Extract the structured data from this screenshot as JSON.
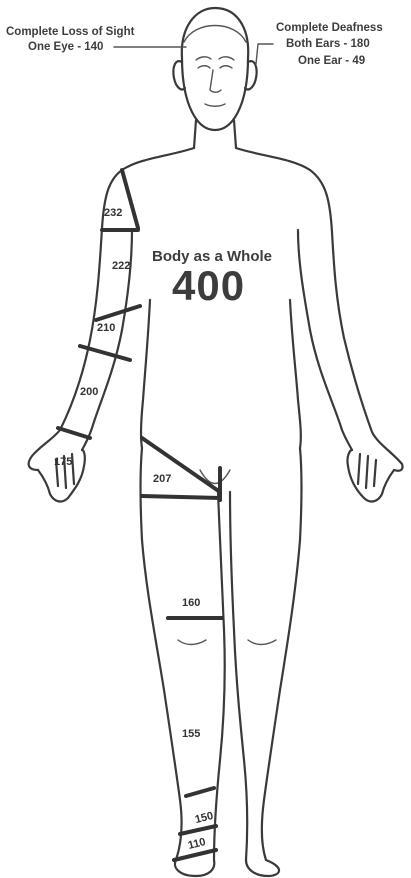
{
  "sight": {
    "title": "Complete Loss of Sight",
    "line": "One Eye - 140"
  },
  "hearing": {
    "title": "Complete Deafness",
    "both": "Both Ears - 180",
    "one": "One Ear - 49"
  },
  "body": {
    "title": "Body as a Whole",
    "value": "400"
  },
  "zones": {
    "shoulder": "232",
    "upper_arm": "222",
    "elbow": "210",
    "forearm": "200",
    "hand": "175",
    "hip": "207",
    "thigh": "160",
    "lower_leg": "155",
    "ankle": "150",
    "foot": "110"
  }
}
